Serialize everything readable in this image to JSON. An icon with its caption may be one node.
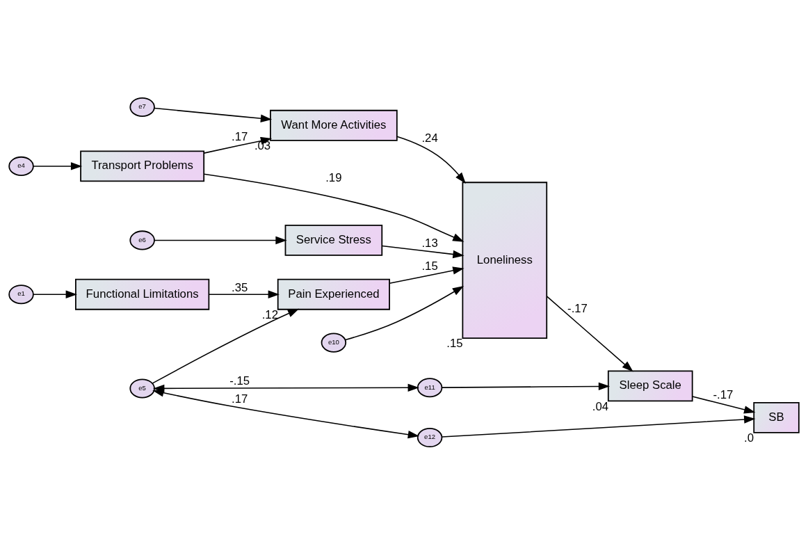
{
  "diagram": {
    "nodes": [
      {
        "text": [
          "e6"
        ]
      },
      {
        "text": [
          "Service Stress"
        ]
      },
      {
        "text": [
          "e10"
        ]
      },
      {
        "text": [
          "Loneliness"
        ],
        "beside": [
          ".15"
        ]
      },
      {
        "text": [
          "e4"
        ]
      },
      {
        "text": [
          "e7"
        ]
      },
      {
        "text": [
          "Want More Activities"
        ],
        "beside": [
          ".03"
        ]
      },
      {
        "text": [
          "Transport Problems"
        ]
      },
      {
        "text": [
          "Sleep Scale"
        ],
        "beside": [
          ".04"
        ]
      },
      {
        "text": [
          "SB"
        ],
        "beside": [
          ".0"
        ]
      },
      {
        "text": [
          "e1"
        ]
      },
      {
        "text": [
          "Functional Limitations"
        ]
      },
      {
        "text": [
          "Pain Experienced"
        ],
        "beside": [
          ".12"
        ]
      },
      {
        "text": [
          "e11"
        ]
      },
      {
        "text": [
          "e12"
        ]
      },
      {
        "text": [
          "e5"
        ]
      }
    ],
    "edges": [
      {
        "from": 0,
        "to": 1,
        "arrow": "to"
      },
      {
        "from": 1,
        "to": 3,
        "arrow": "to",
        "label": ".13"
      },
      {
        "from": 2,
        "to": 3,
        "arrow": "to"
      },
      {
        "from": 4,
        "to": 7,
        "arrow": "to"
      },
      {
        "from": 5,
        "to": 6,
        "arrow": "to"
      },
      {
        "from": 7,
        "to": 6,
        "arrow": "to",
        "label": ".17"
      },
      {
        "from": 6,
        "to": 3,
        "arrow": "to",
        "label": ".24"
      },
      {
        "from": 7,
        "to": 3,
        "arrow": "to",
        "label": ".19"
      },
      {
        "from": 10,
        "to": 11,
        "arrow": "to"
      },
      {
        "from": 11,
        "to": 12,
        "arrow": "to",
        "label": ".35"
      },
      {
        "from": 12,
        "to": 3,
        "arrow": "to",
        "label": ".15"
      },
      {
        "from": 3,
        "to": 8,
        "arrow": "to",
        "label": "-.17"
      },
      {
        "from": 8,
        "to": 9,
        "arrow": "to",
        "label": "-.17"
      },
      {
        "from": 13,
        "to": 8,
        "arrow": "to"
      },
      {
        "from": 14,
        "to": 9,
        "arrow": "to"
      },
      {
        "from": 15,
        "to": 12,
        "arrow": "to"
      },
      {
        "from": 15,
        "to": 13,
        "arrow": "both",
        "label": "-.15"
      },
      {
        "from": 15,
        "to": 14,
        "arrow": "both",
        "label": ".17"
      }
    ]
  }
}
